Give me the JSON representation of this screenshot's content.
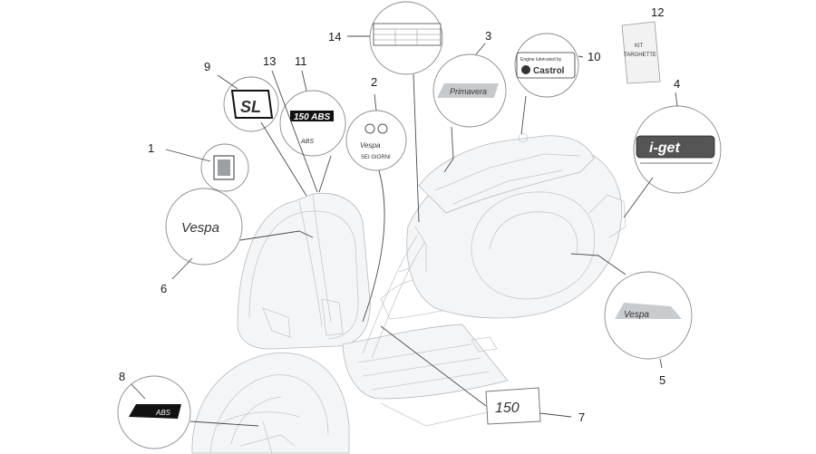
{
  "callouts": [
    {
      "label": "1"
    },
    {
      "label": "2"
    },
    {
      "label": "3"
    },
    {
      "label": "4"
    },
    {
      "label": "5"
    },
    {
      "label": "6"
    },
    {
      "label": "7"
    },
    {
      "label": "8"
    },
    {
      "label": "9"
    },
    {
      "label": "10"
    },
    {
      "label": "11"
    },
    {
      "label": "12"
    },
    {
      "label": "13"
    },
    {
      "label": "14"
    }
  ],
  "decals": {
    "kit_text_1": "KIT",
    "kit_text_2": "TARGHETTE",
    "sl_text": "SL",
    "abs_150": "150 ABS",
    "abs": "ABS",
    "vespa_script": "Vespa",
    "sei_giorni": "SEI GIORNI",
    "primavera": "Primavera",
    "castrol_top": "Engine lubricated by",
    "castrol_brand": "Castrol",
    "iget": "i-get",
    "label_150": "150"
  }
}
